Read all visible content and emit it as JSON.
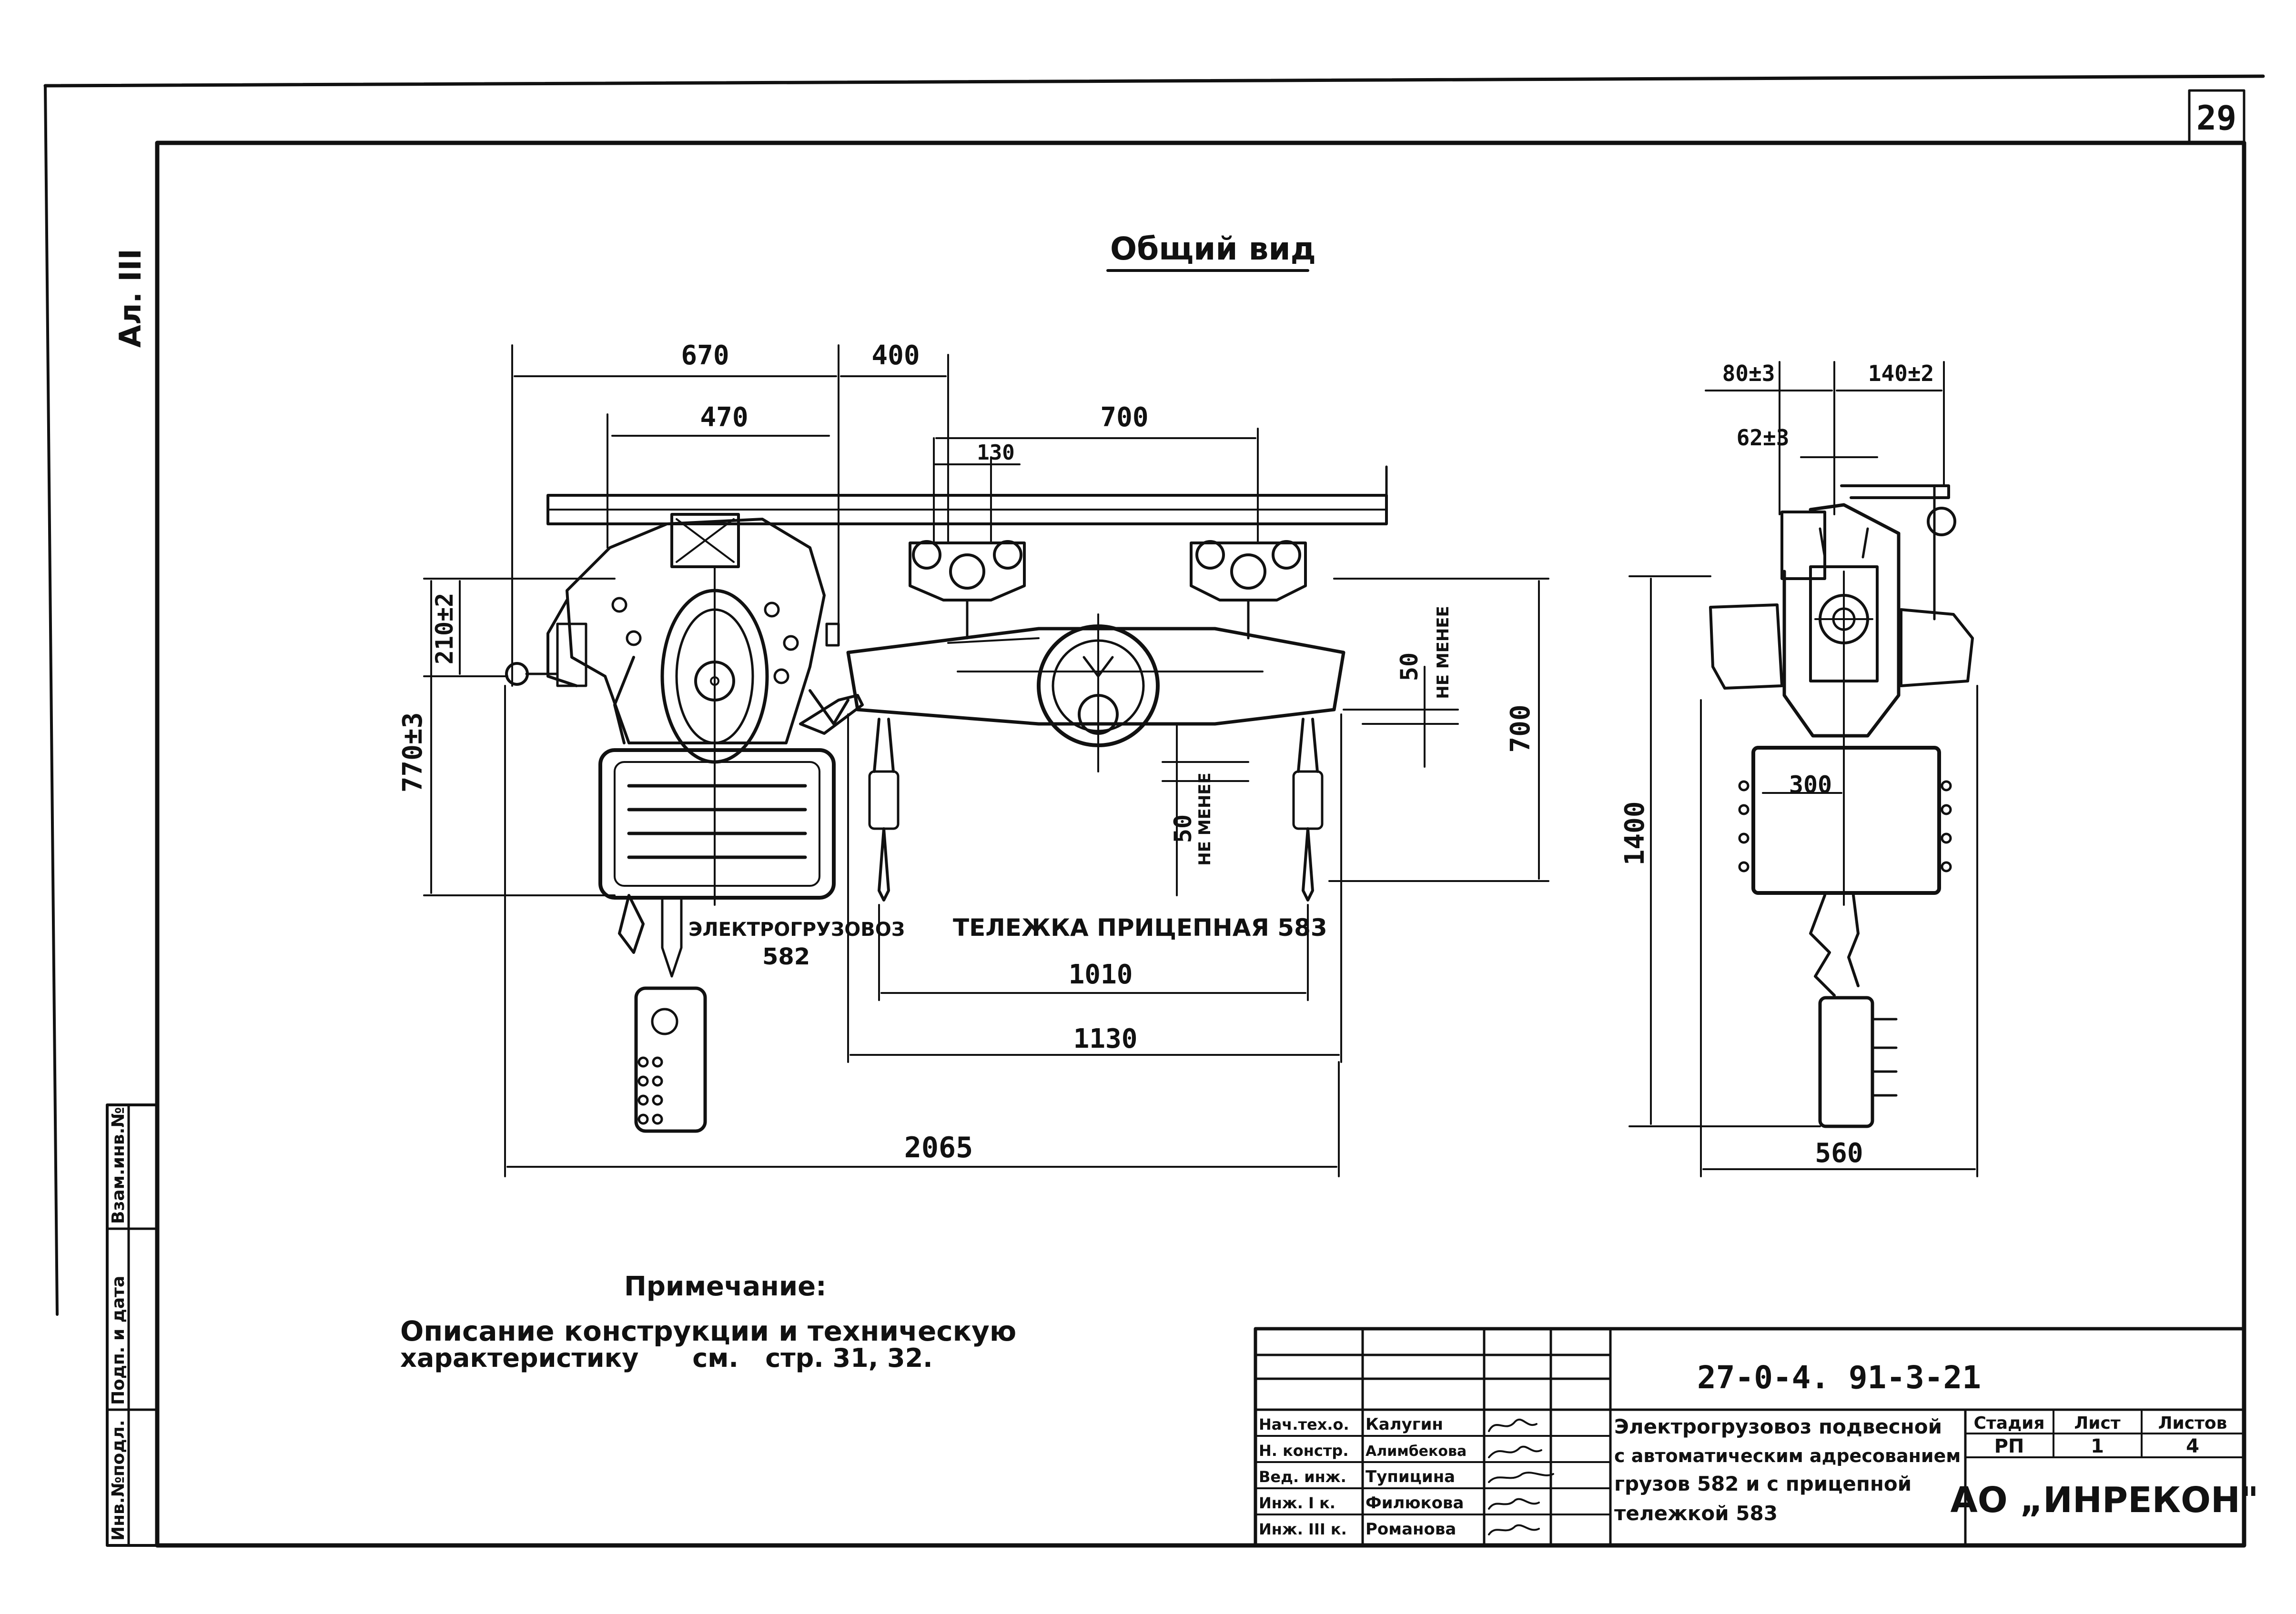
{
  "sheet": {
    "page_number": "29",
    "album_label": "Ал. III",
    "title": "Общий вид"
  },
  "left_stamp": {
    "cells": [
      "Инв.№подл.",
      "Подп. и дата",
      "Взам.инв.№"
    ]
  },
  "front_view": {
    "dims": {
      "d670": "670",
      "d400": "400",
      "d470": "470",
      "d700_top": "700",
      "d130": "130",
      "d210": "210±2",
      "d770": "770±3",
      "d700_right": "700",
      "d50_right": "50",
      "d50_right_note": "НЕ МЕНЕЕ",
      "d50_mid": "50",
      "d50_mid_note": "НЕ МЕНЕЕ",
      "d1010": "1010",
      "d1130": "1130",
      "d2065": "2065"
    },
    "labels": {
      "hoist_line1": "ЭЛЕКТРОГРУЗОВОЗ",
      "hoist_line2": "582",
      "trolley": "ТЕЛЕЖКА ПРИЦЕПНАЯ 583"
    }
  },
  "side_view": {
    "dims": {
      "d80": "80±3",
      "d140": "140±2",
      "d62": "62±3",
      "d300": "300",
      "d1400": "1400",
      "d560": "560"
    }
  },
  "note": {
    "heading": "Примечание:",
    "line1": "Описание конструкции и техническую",
    "line2": "характеристику      см.   стр. 31, 32."
  },
  "title_block": {
    "code": "27-0-4. 91-3-21",
    "roles": [
      "Нач.тех.о.",
      "Н. констр.",
      "Вед. инж.",
      "Инж. I к.",
      "Инж. III к."
    ],
    "names": [
      "Калугин",
      "Алимбекова",
      "Тупицина",
      "Филюкова",
      "Романова"
    ],
    "description": [
      "Электрогрузовоз подвесной",
      "с автоматическим адресованием",
      "грузов 582 и с прицепной",
      "тележкой 583"
    ],
    "stage_header": "Стадия",
    "sheet_header": "Лист",
    "sheets_header": "Листов",
    "stage_value": "РП",
    "sheet_value": "1",
    "sheets_value": "4",
    "company": "АО „ИНРЕКОН\""
  }
}
